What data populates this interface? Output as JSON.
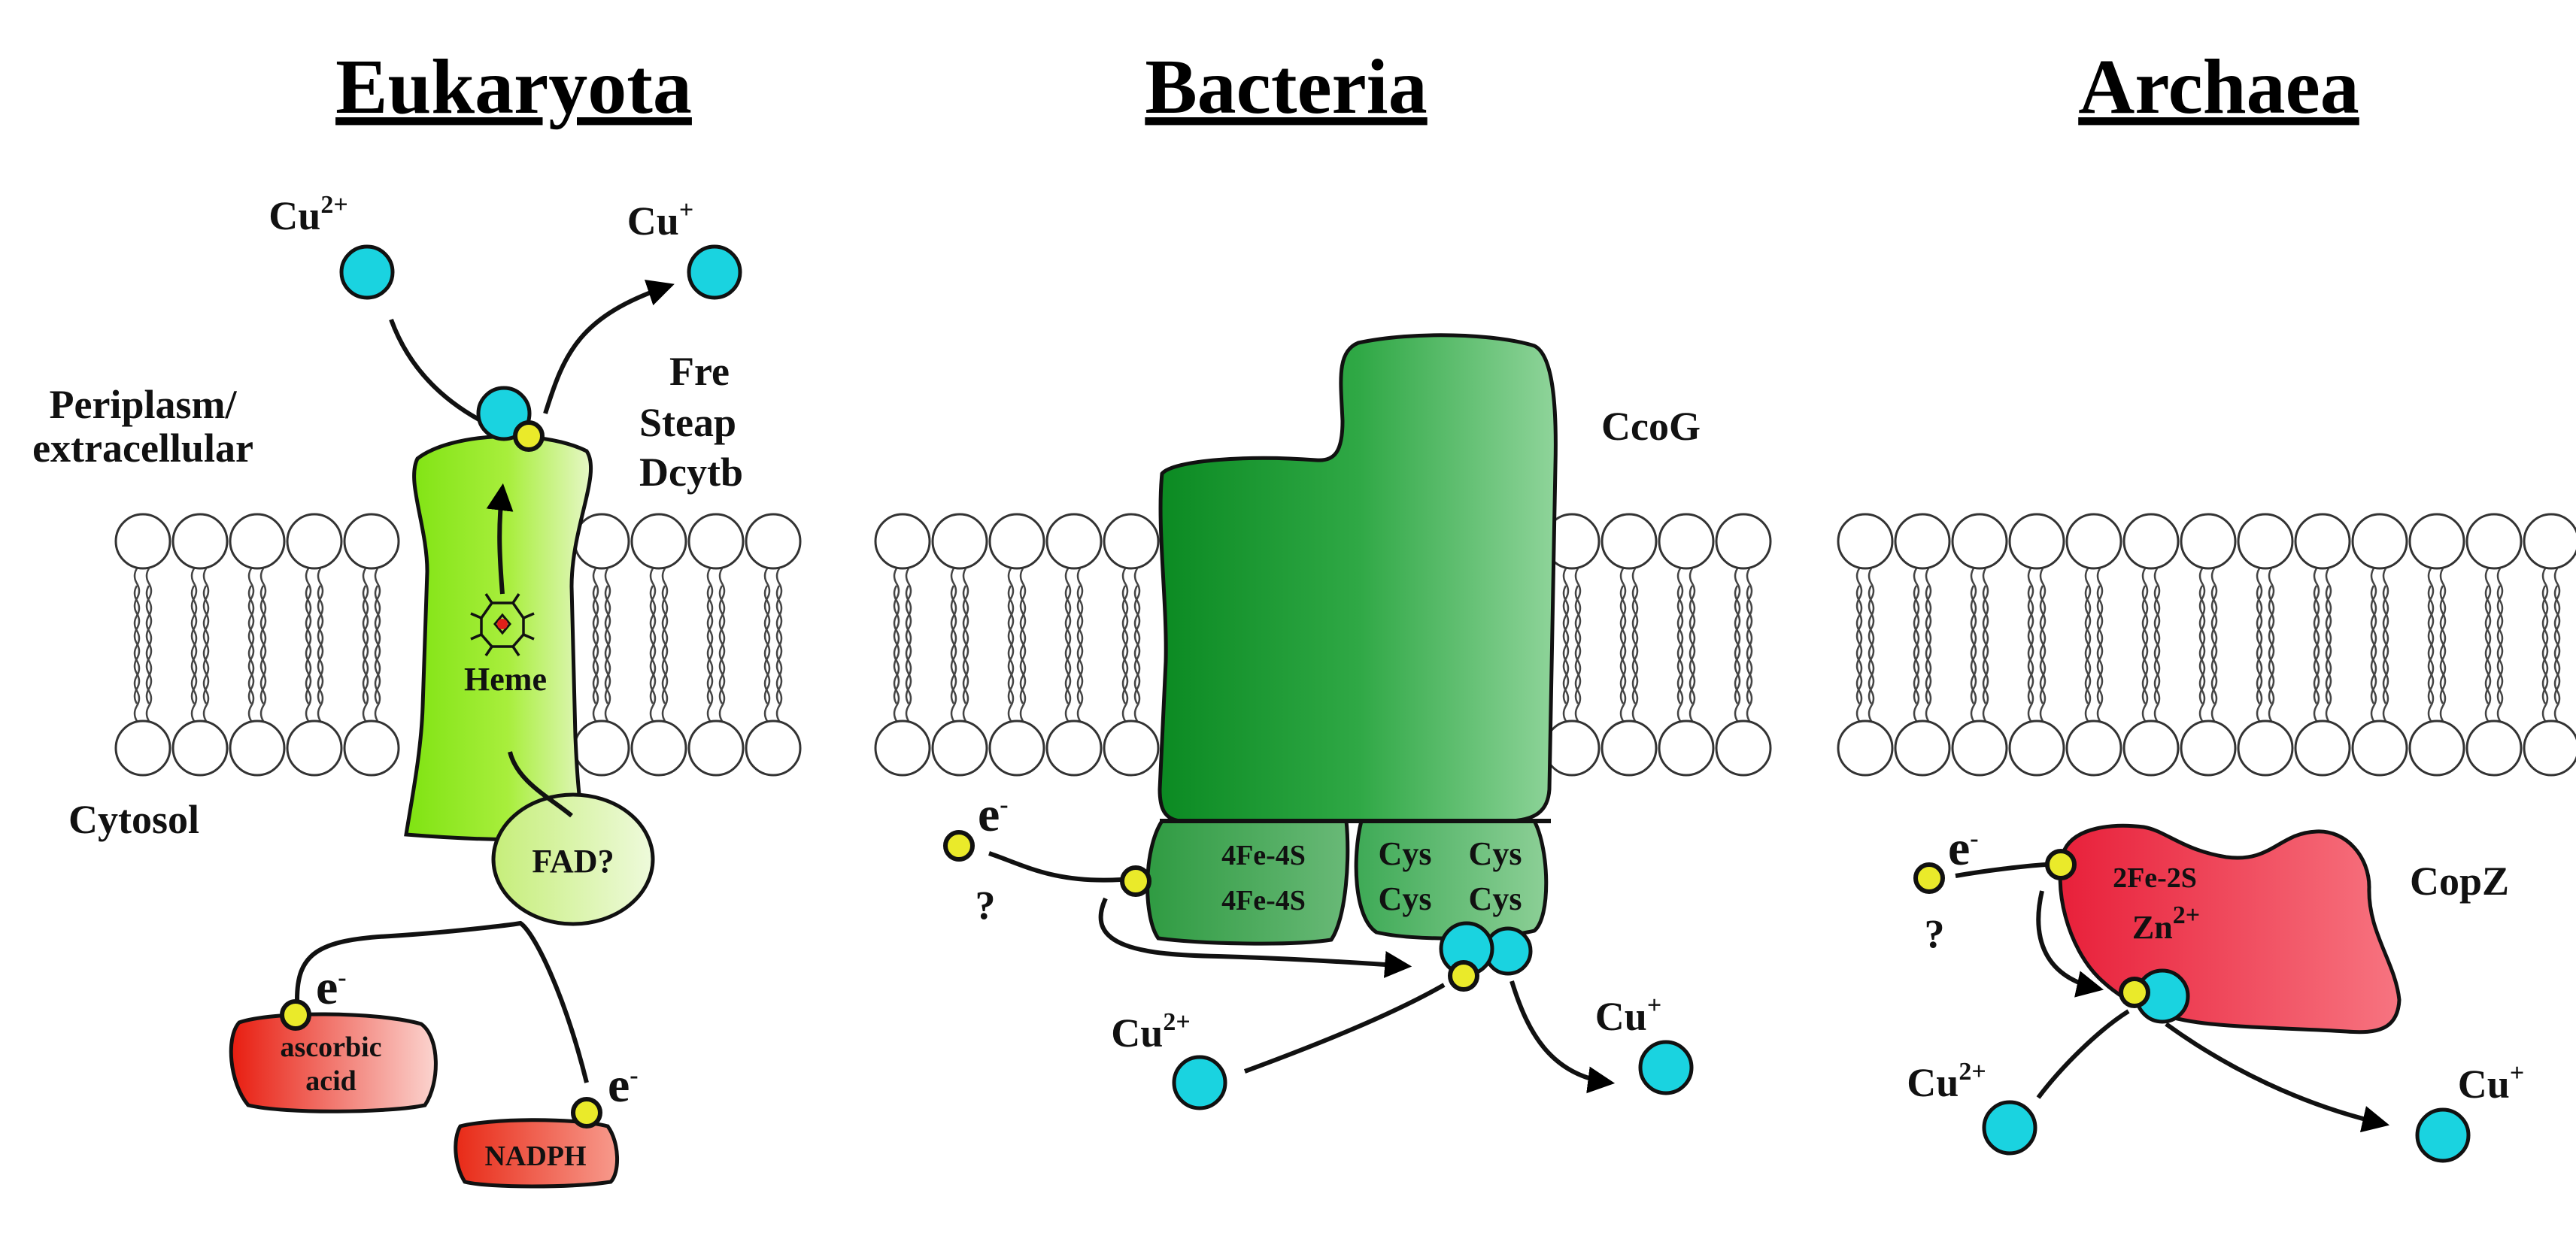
{
  "panels": {
    "eukaryota": {
      "title": "Eukaryota",
      "region_top": "Periplasm/",
      "region_top2": "extracellular",
      "region_bottom": "Cytosol",
      "protein_names": [
        "Fre",
        "Steap",
        "Dcytb"
      ],
      "heme": "Heme",
      "fad": "FAD?",
      "donor1": [
        "ascorbic",
        "acid"
      ],
      "donor2": "NADPH",
      "cu_in": "Cu",
      "cu_in_charge": "2+",
      "cu_out": "Cu",
      "cu_out_charge": "+",
      "electron": "e",
      "electron_charge": "-"
    },
    "bacteria": {
      "title": "Bacteria",
      "protein": "CcoG",
      "cluster1": "4Fe-4S",
      "cluster2": "4Fe-4S",
      "cys": [
        "Cys",
        "Cys",
        "Cys",
        "Cys"
      ],
      "cu_in": "Cu",
      "cu_in_charge": "2+",
      "cu_out": "Cu",
      "cu_out_charge": "+",
      "electron": "e",
      "electron_charge": "-",
      "unknown": "?"
    },
    "archaea": {
      "title": "Archaea",
      "protein": "CopZ",
      "cluster": "2Fe-2S",
      "zinc": "Zn",
      "zinc_charge": "2+",
      "cu_in": "Cu",
      "cu_in_charge": "2+",
      "cu_out": "Cu",
      "cu_out_charge": "+",
      "electron": "e",
      "electron_charge": "-",
      "unknown": "?"
    }
  },
  "colors": {
    "copper": "#1ad3e0",
    "electron": "#eaea2a",
    "fre_protein": "#8fe81e",
    "ccog_dark": "#1f9a35",
    "ccog_light": "#7fce8a",
    "copz": "#ec3b4e",
    "donor": "#e8382a"
  }
}
